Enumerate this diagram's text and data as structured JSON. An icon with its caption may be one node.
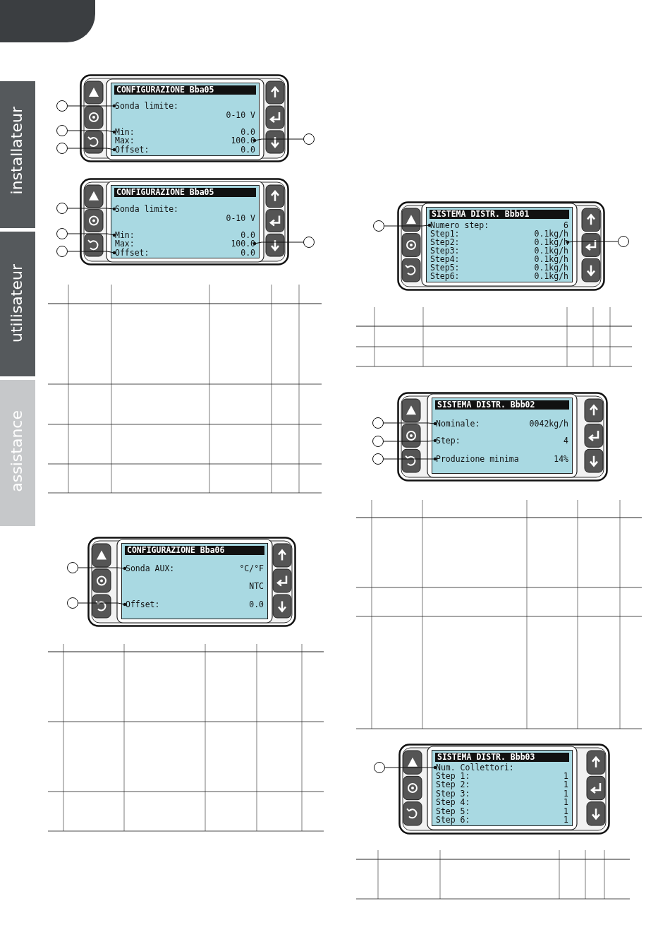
{
  "diagram": {
    "nodes": [
      {
        "text": [
          "CONFIGURAZIONE Bba05"
        ]
      },
      {
        "text": [
          "Sonda limite:"
        ],
        "in": 0
      },
      {
        "text": [
          "0-10 V"
        ],
        "in": 0
      },
      {
        "text": [
          "Min:",
          "0.0"
        ],
        "in": 0
      },
      {
        "text": [
          "Max:",
          "100.0"
        ],
        "in": 0
      },
      {
        "text": [
          "Offset:",
          "0.0"
        ],
        "in": 0
      },
      {
        "text": [],
        "shape": "circle"
      },
      {
        "text": [],
        "shape": "circle"
      },
      {
        "text": [],
        "shape": "circle"
      },
      {
        "text": [],
        "shape": "circle"
      },
      {
        "text": [
          "CONFIGURAZIONE Bba05"
        ]
      },
      {
        "text": [
          "Sonda limite:"
        ],
        "in": 10
      },
      {
        "text": [
          "0-10 V"
        ],
        "in": 10
      },
      {
        "text": [
          "Min:",
          "0.0"
        ],
        "in": 10
      },
      {
        "text": [
          "Max:",
          "100.0"
        ],
        "in": 10
      },
      {
        "text": [
          "Offset:",
          "0.0"
        ],
        "in": 10
      },
      {
        "text": [],
        "shape": "circle"
      },
      {
        "text": [],
        "shape": "circle"
      },
      {
        "text": [],
        "shape": "circle"
      },
      {
        "text": [],
        "shape": "circle"
      },
      {
        "text": [
          "CONFIGURAZIONE Bba06"
        ]
      },
      {
        "text": [
          "Sonda AUX:",
          "°C/°F"
        ],
        "in": 20
      },
      {
        "text": [
          "NTC"
        ],
        "in": 20
      },
      {
        "text": [
          "Offset:",
          "0.0"
        ],
        "in": 20
      },
      {
        "text": [],
        "shape": "circle"
      },
      {
        "text": [],
        "shape": "circle"
      },
      {
        "text": [
          "SISTEMA DISTR. Bbb01"
        ]
      },
      {
        "text": [
          "Numero step:",
          "6"
        ],
        "in": 26
      },
      {
        "text": [
          "Step1:",
          "0.1kg/h"
        ],
        "in": 26
      },
      {
        "text": [
          "Step2:",
          "0.1kg/h"
        ],
        "in": 26
      },
      {
        "text": [
          "Step3:",
          "0.1kg/h"
        ],
        "in": 26
      },
      {
        "text": [
          "Step4:",
          "0.1kg/h"
        ],
        "in": 26
      },
      {
        "text": [
          "Step5:",
          "0.1kg/h"
        ],
        "in": 26
      },
      {
        "text": [
          "Step6:",
          "0.1kg/h"
        ],
        "in": 26
      },
      {
        "text": [],
        "shape": "circle"
      },
      {
        "text": [],
        "shape": "circle"
      },
      {
        "text": [
          "SISTEMA DISTR. Bbb02"
        ]
      },
      {
        "text": [
          "Nominale:",
          "0042kg/h"
        ],
        "in": 36
      },
      {
        "text": [
          "Step:",
          "4"
        ],
        "in": 36
      },
      {
        "text": [
          "Produzione minima",
          "14%"
        ],
        "in": 36
      },
      {
        "text": [],
        "shape": "circle"
      },
      {
        "text": [],
        "shape": "circle"
      },
      {
        "text": [],
        "shape": "circle"
      },
      {
        "text": [
          "SISTEMA DISTR. Bbb03"
        ]
      },
      {
        "text": [
          "Num. Collettori:"
        ],
        "in": 43
      },
      {
        "text": [
          "Step 1:",
          "1"
        ],
        "in": 43
      },
      {
        "text": [
          "Step 2:",
          "1"
        ],
        "in": 43
      },
      {
        "text": [
          "Step 3:",
          "1"
        ],
        "in": 43
      },
      {
        "text": [
          "Step 4:",
          "1"
        ],
        "in": 43
      },
      {
        "text": [
          "Step 5:",
          "1"
        ],
        "in": 43
      },
      {
        "text": [
          "Step 6:",
          "1"
        ],
        "in": 43
      },
      {
        "text": [],
        "shape": "circle"
      }
    ],
    "edges": [
      {
        "from": 6,
        "to": 1,
        "arrow": "other"
      },
      {
        "from": 7,
        "to": 3,
        "arrow": "other"
      },
      {
        "from": 8,
        "to": 5,
        "arrow": "other"
      },
      {
        "from": 9,
        "to": 4,
        "arrow": "other"
      },
      {
        "from": 16,
        "to": 11,
        "arrow": "other"
      },
      {
        "from": 17,
        "to": 13,
        "arrow": "other"
      },
      {
        "from": 18,
        "to": 15,
        "arrow": "other"
      },
      {
        "from": 19,
        "to": 14,
        "arrow": "other"
      },
      {
        "from": 24,
        "to": 21,
        "arrow": "other"
      },
      {
        "from": 25,
        "to": 23,
        "arrow": "other"
      },
      {
        "from": 34,
        "to": 27,
        "arrow": "other"
      },
      {
        "from": 35,
        "to": 29,
        "arrow": "other"
      },
      {
        "from": 40,
        "to": 37,
        "arrow": "other"
      },
      {
        "from": 41,
        "to": 38,
        "arrow": "other"
      },
      {
        "from": 42,
        "to": 39,
        "arrow": "other"
      },
      {
        "from": 51,
        "to": 44,
        "arrow": "other"
      }
    ],
    "labels": [
      "installateur",
      "utilisateur",
      "assistance"
    ]
  }
}
